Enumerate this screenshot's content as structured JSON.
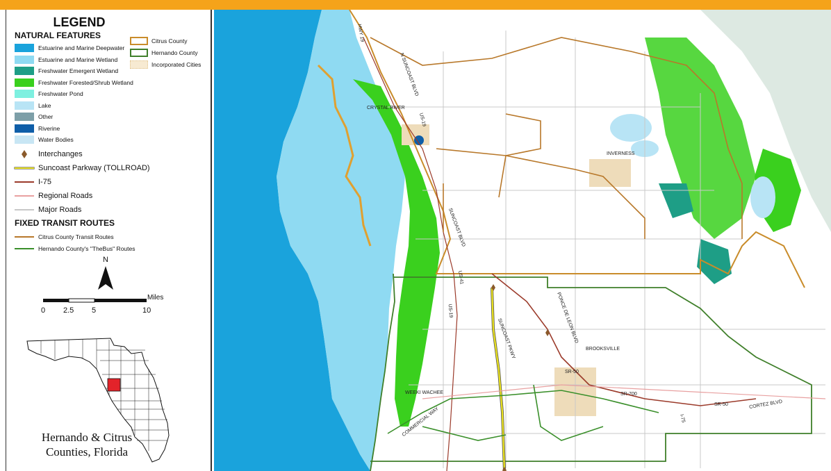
{
  "legend": {
    "title": "LEGEND",
    "natural_features_heading": "NATURAL FEATURES",
    "natural_features": [
      {
        "label": "Estuarine and Marine Deepwater",
        "color": "#1aa3dc"
      },
      {
        "label": "Estuarine and Marine Wetland",
        "color": "#8fdaf2"
      },
      {
        "label": "Freshwater Emergent Wetland",
        "color": "#1e9e86"
      },
      {
        "label": "Freshwater Forested/Shrub Wetland",
        "color": "#3ad01e"
      },
      {
        "label": "Freshwater Pond",
        "color": "#7ef0e0"
      },
      {
        "label": "Lake",
        "color": "#b8e4f5"
      },
      {
        "label": "Other",
        "color": "#7d9fa8"
      },
      {
        "label": "Riverine",
        "color": "#0f5ea8"
      },
      {
        "label": "Water Bodies",
        "color": "#c8e6f4"
      }
    ],
    "boundaries": [
      {
        "label": "Citrus County",
        "color": "#c98c2a"
      },
      {
        "label": "Hernando County",
        "color": "#3f7f2a"
      },
      {
        "label": "Incorporated Cities",
        "color": "#e0c28a"
      }
    ],
    "interchanges_label": "Interchanges",
    "interchanges_color": "#8a5a2b",
    "roads": [
      {
        "label": "Suncoast Parkway (TOLLROAD)",
        "color": "#e8e020",
        "outline": "#555"
      },
      {
        "label": "I-75",
        "color": "#9b3a2a"
      },
      {
        "label": "Regional Roads",
        "color": "#e8a0a0"
      },
      {
        "label": "Major Roads",
        "color": "#c8c8c8"
      }
    ],
    "fixed_transit_heading": "FIXED TRANSIT ROUTES",
    "transit_routes": [
      {
        "label": "Citrus County Transit Routes",
        "color": "#b8782a"
      },
      {
        "label": "Hernando County's \"TheBus\" Routes",
        "color": "#3a8f2a"
      }
    ],
    "north_label": "N",
    "scale": {
      "unit": "Miles",
      "ticks": [
        "0",
        "2.5",
        "5",
        "10"
      ]
    },
    "caption_line1": "Hernando & Citrus",
    "caption_line2": "Counties, Florida"
  },
  "map_labels": {
    "crystal_river": "CRYSTAL RIVER",
    "inverness": "INVERNESS",
    "brooksville": "BROOKSVILLE",
    "weeki_wachee": "WEEKI WACHEE",
    "suncoast_pkwy": "SUNCOAST PKWY",
    "commercial_way": "COMMERCIAL WAY",
    "sr50_a": "SR-50",
    "sr50_b": "SR-50",
    "sr700": "SR-700",
    "us19": "US-19",
    "us19_b": "US-19",
    "suncoast_blvd": "SUNCOAST BLVD",
    "us41": "US-41",
    "i75": "I-75",
    "cortez_blvd": "CORTEZ BLVD",
    "ponce_de_leon": "PONCE DE LEON BLVD",
    "n_suncoast": "N SUNCOAST BLVD",
    "hwy19": "HWY 19"
  },
  "map_colors": {
    "background_outside": "#dde9e2",
    "deepwater": "#1aa3dc",
    "marine_wetland": "#8fdaf2",
    "forest_wetland": "#3ad01e",
    "emergent_wetland": "#1e9e86",
    "lake": "#b8e4f5",
    "city": "#eedcba"
  }
}
